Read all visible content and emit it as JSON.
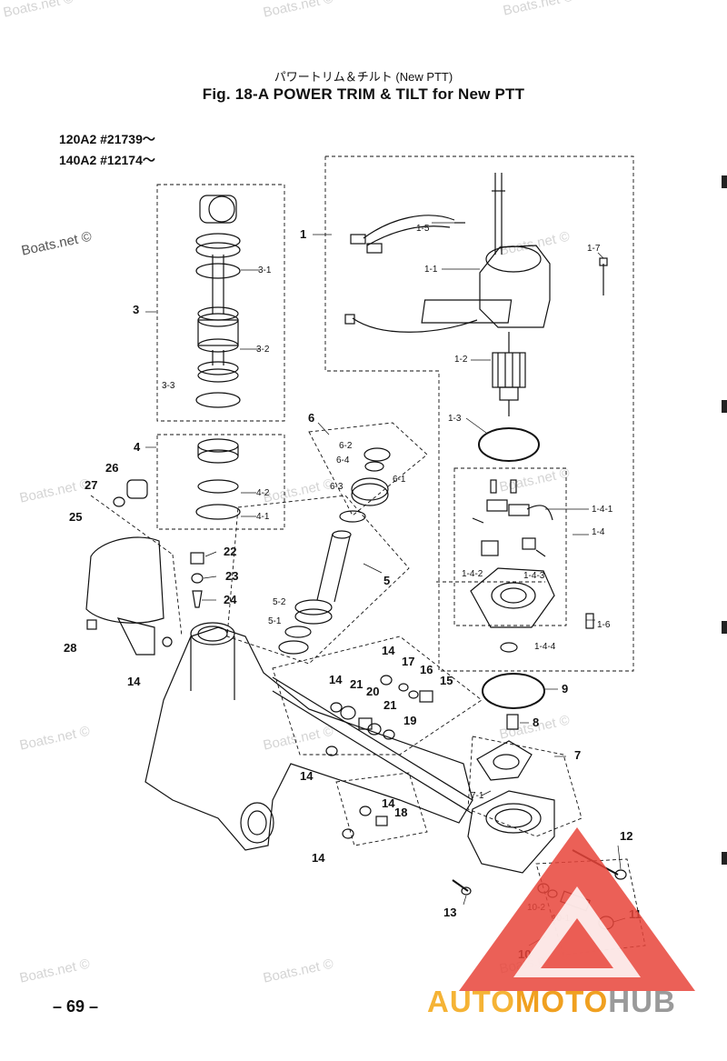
{
  "header": {
    "title_jp": "パワートリム＆チルト (New PTT)",
    "title_main": "Fig. 18-A    POWER TRIM & TILT  for New PTT",
    "serials": [
      "120A2  #21739～",
      "140A2  #12174～"
    ]
  },
  "page_number": "– 69 –",
  "watermark": "Boats.net ©",
  "parts": {
    "p1": "1",
    "p1_1": "1-1",
    "p1_2": "1-2",
    "p1_3": "1-3",
    "p1_4": "1-4",
    "p1_4_1": "1-4-1",
    "p1_4_2": "1-4-2",
    "p1_4_3": "1-4-3",
    "p1_4_4": "1-4-4",
    "p1_5": "1-5",
    "p1_6": "1-6",
    "p1_7": "1-7",
    "p3": "3",
    "p3_1": "3-1",
    "p3_2": "3-2",
    "p3_3": "3-3",
    "p4": "4",
    "p4_1": "4-1",
    "p4_2": "4-2",
    "p5": "5",
    "p5_1": "5-1",
    "p5_2": "5-2",
    "p6": "6",
    "p6_1": "6-1",
    "p6_2": "6-2",
    "p6_3": "6-3",
    "p6_4": "6-4",
    "p7": "7",
    "p7_1": "7-1",
    "p8": "8",
    "p9": "9",
    "p10": "10",
    "p10_1": "10-1",
    "p10_2": "10-2",
    "p11": "11",
    "p12": "12",
    "p13": "13",
    "p14": "14",
    "p15": "15",
    "p16": "16",
    "p17": "17",
    "p18": "18",
    "p19": "19",
    "p20": "20",
    "p21": "21",
    "p22": "22",
    "p23": "23",
    "p24": "24",
    "p25": "25",
    "p26": "26",
    "p27": "27",
    "p28": "28"
  },
  "logo": {
    "auto": "AUTO",
    "moto": "MOTO",
    "hub": "HUB"
  },
  "colors": {
    "logo_red": "#e8443a",
    "logo_orange": "#f5b335",
    "logo_gray": "#9a9a9a"
  }
}
